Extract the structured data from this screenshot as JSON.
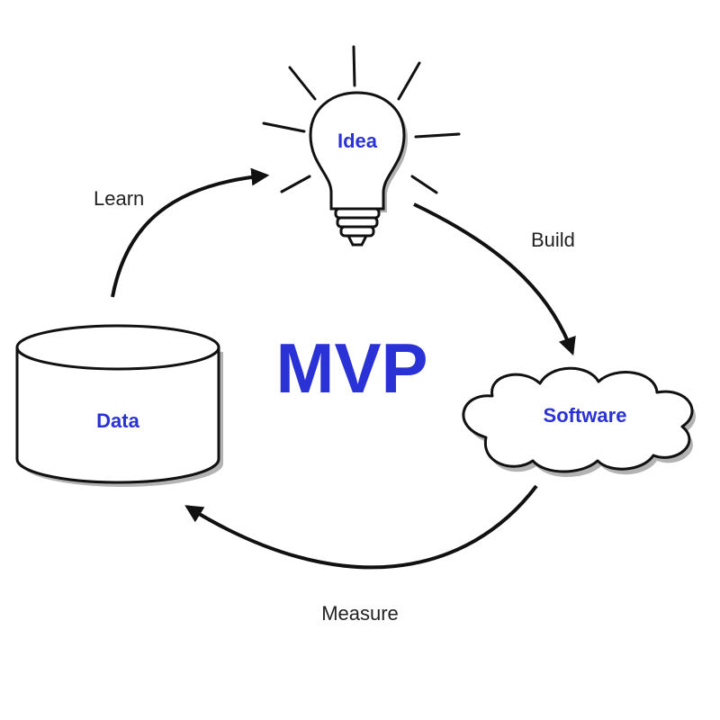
{
  "diagram": {
    "title": "MVP",
    "nodes": {
      "idea": {
        "label": "Idea"
      },
      "software": {
        "label": "Software"
      },
      "data": {
        "label": "Data"
      }
    },
    "edges": {
      "build": {
        "label": "Build",
        "from": "Idea",
        "to": "Software"
      },
      "measure": {
        "label": "Measure",
        "from": "Software",
        "to": "Data"
      },
      "learn": {
        "label": "Learn",
        "from": "Data",
        "to": "Idea"
      }
    }
  },
  "colors": {
    "accent": "#2a32d6",
    "stroke": "#111111",
    "text": "#222222",
    "shadow": "#b3b3b3",
    "fill": "#ffffff"
  }
}
